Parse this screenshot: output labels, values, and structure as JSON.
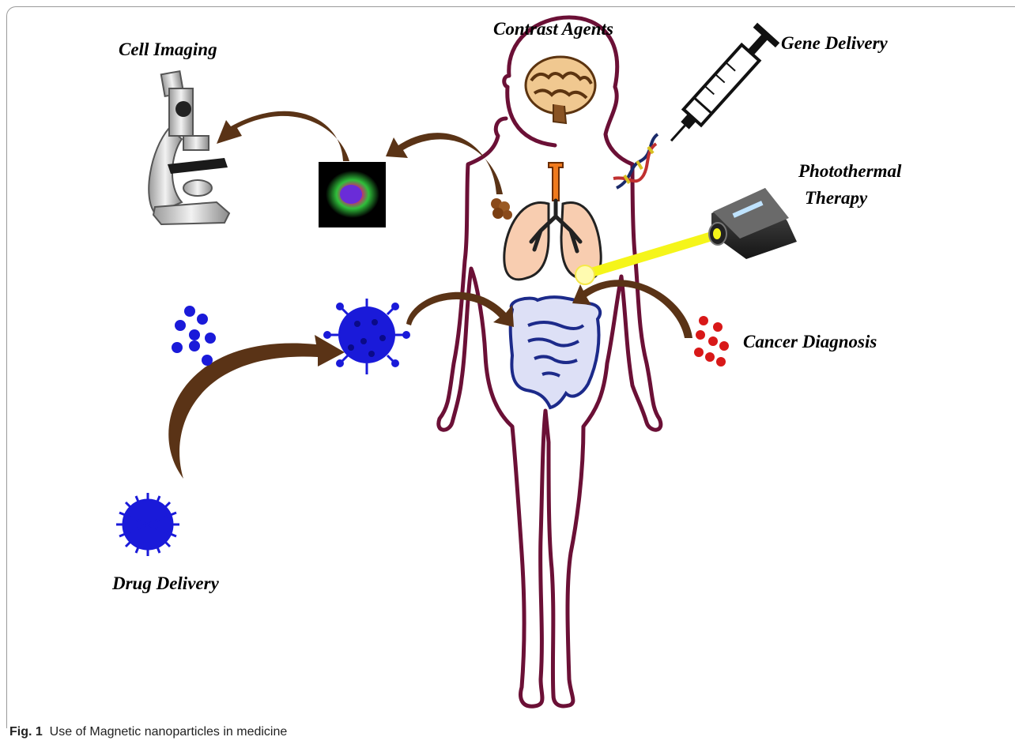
{
  "labels": {
    "contrast_agents": "Contrast Agents",
    "cell_imaging": "Cell Imaging",
    "gene_delivery": "Gene Delivery",
    "photothermal_line1": "Photothermal",
    "photothermal_line2": "Therapy",
    "cancer_diagnosis": "Cancer Diagnosis",
    "drug_delivery": "Drug Delivery"
  },
  "caption": {
    "fig_label": "Fig. 1",
    "text": "Use of Magnetic nanoparticles in medicine"
  },
  "colors": {
    "body_outline": "#6b1036",
    "arrow": "#5a3316",
    "nanoparticle": "#1a1ad9",
    "cancer_cells": "#d81818",
    "laser": "#f5f51a",
    "lungs": "#f8cdb0",
    "trachea": "#f07a1c",
    "intestine": "#1c2a8a",
    "brain": "#8a5424"
  },
  "icons": [
    "microscope-icon",
    "cell-image-icon",
    "brain-icon",
    "syringe-icon",
    "dna-icon",
    "thermal-camera-icon",
    "laser-beam-icon",
    "lungs-icon",
    "intestine-icon",
    "tumor-cells-icon",
    "nanoparticle-icon"
  ]
}
